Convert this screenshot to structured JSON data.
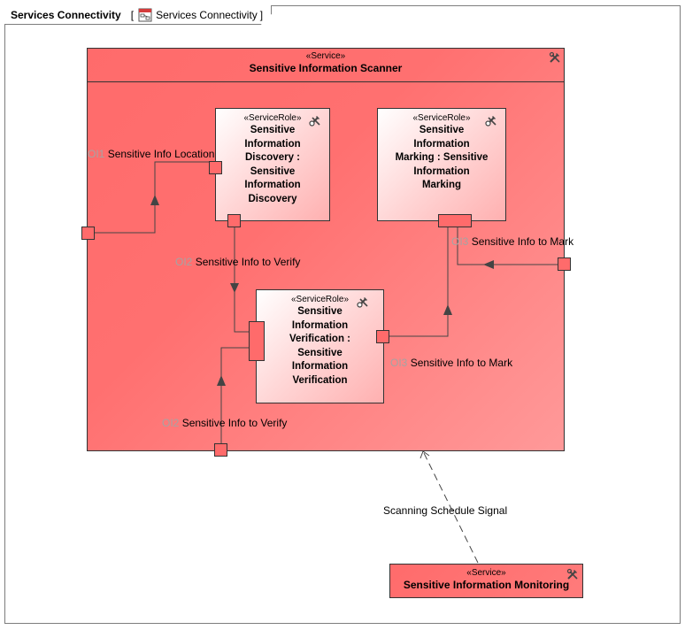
{
  "diagram": {
    "frame_title": "Services Connectivity",
    "frame_ref_open": "[",
    "frame_ref_name": "Services Connectivity",
    "frame_ref_close": "]",
    "frame_icon": "diagram-icon"
  },
  "service": {
    "stereotype": "«Service»",
    "name": "Sensitive Information Scanner",
    "icon": "service-tools-icon"
  },
  "roles": {
    "discovery": {
      "stereotype": "«ServiceRole»",
      "name_lines": [
        "Sensitive",
        "Information",
        "Discovery :",
        "Sensitive",
        "Information",
        "Discovery"
      ],
      "icon": "service-role-tools-icon"
    },
    "marking": {
      "stereotype": "«ServiceRole»",
      "name_lines": [
        "Sensitive",
        "Information",
        "Marking : Sensitive",
        "Information",
        "Marking"
      ],
      "icon": "service-role-tools-icon"
    },
    "verification": {
      "stereotype": "«ServiceRole»",
      "name_lines": [
        "Sensitive",
        "Information",
        "Verification :",
        "Sensitive",
        "Information",
        "Verification"
      ],
      "icon": "service-role-tools-icon"
    }
  },
  "ports": {
    "oi1": {
      "code": "OI1",
      "name": "Sensitive Info Location"
    },
    "oi2_top": {
      "code": "OI2",
      "name": "Sensitive Info to Verify"
    },
    "oi2_bottom": {
      "code": "OI2",
      "name": "Sensitive Info to Verify"
    },
    "oi3_top": {
      "code": "OI3",
      "name": "Sensitive Info to Mark"
    },
    "oi3_bottom": {
      "code": "OI3",
      "name": "Sensitive Info to Mark"
    }
  },
  "signal": {
    "label": "Scanning Schedule Signal"
  },
  "monitor": {
    "stereotype": "«Service»",
    "name": "Sensitive Information Monitoring",
    "icon": "service-tools-icon"
  },
  "colors": {
    "service_fill": "#ff6b6b",
    "role_fill": "#ffd6d6",
    "line": "#444444",
    "port_code": "#a4a4a4"
  }
}
